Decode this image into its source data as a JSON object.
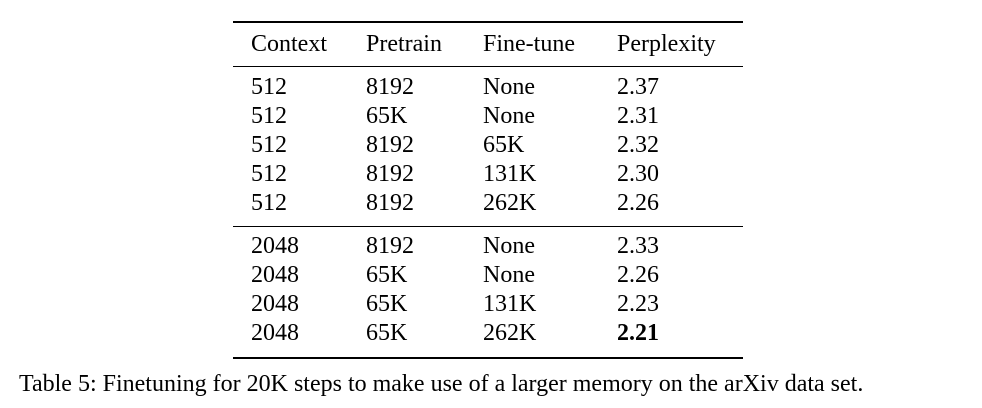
{
  "table": {
    "headers": [
      "Context",
      "Pretrain",
      "Fine-tune",
      "Perplexity"
    ],
    "groups": [
      [
        [
          "512",
          "8192",
          "None",
          "2.37"
        ],
        [
          "512",
          "65K",
          "None",
          "2.31"
        ],
        [
          "512",
          "8192",
          "65K",
          "2.32"
        ],
        [
          "512",
          "8192",
          "131K",
          "2.30"
        ],
        [
          "512",
          "8192",
          "262K",
          "2.26"
        ]
      ],
      [
        [
          "2048",
          "8192",
          "None",
          "2.33"
        ],
        [
          "2048",
          "65K",
          "None",
          "2.26"
        ],
        [
          "2048",
          "65K",
          "131K",
          "2.23"
        ],
        [
          "2048",
          "65K",
          "262K",
          "2.21"
        ]
      ]
    ],
    "best_value": "2.21"
  },
  "caption": "Table 5: Finetuning for 20K steps to make use of a larger memory on the arXiv data set."
}
